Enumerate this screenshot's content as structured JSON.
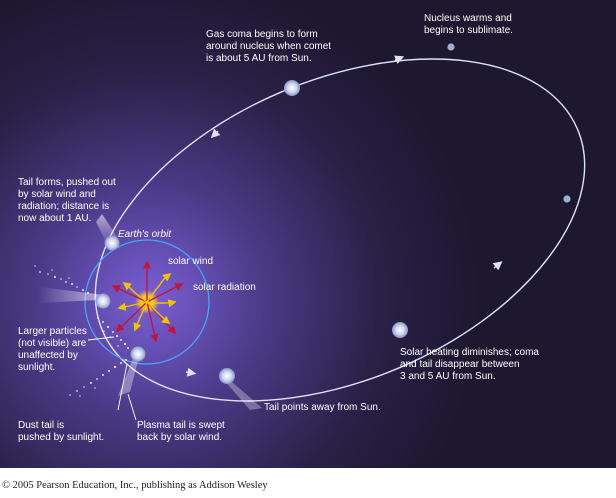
{
  "colors": {
    "background": "#241a38",
    "glow": "#7a5fd6",
    "orbit_path": "#dfe2ff",
    "earth_orbit": "#4aa3ff",
    "sun": "#ffd21a",
    "solar_wind_arrows": "#c4143c",
    "solar_radiation_arrows": "#f2c200",
    "label_text": "#ffffff"
  },
  "labels": {
    "earths_orbit": "Earth's orbit",
    "solar_wind": "solar wind",
    "solar_radiation": "solar radiation",
    "gas_coma": [
      "Gas coma begins to form",
      "around nucleus when comet",
      "is about 5 AU from Sun."
    ],
    "nucleus_warms": [
      "Nucleus warms and",
      "begins to sublimate."
    ],
    "tail_forms": [
      "Tail forms, pushed out",
      "by solar wind and",
      "radiation; distance is",
      "now about 1 AU."
    ],
    "larger_particles": [
      "Larger particles",
      "(not visible) are",
      "unaffected by",
      "sunlight."
    ],
    "dust_tail": [
      "Dust tail is",
      "pushed by sunlight."
    ],
    "plasma_tail": [
      "Plasma tail is swept",
      "back by solar wind."
    ],
    "tail_points_away": "Tail points away from Sun.",
    "solar_heating": [
      "Solar heating diminishes; coma",
      "and tail disappear between",
      "3 and 5 AU from Sun."
    ]
  },
  "copyright": "© 2005 Pearson Education, Inc., publishing as Addison Wesley"
}
